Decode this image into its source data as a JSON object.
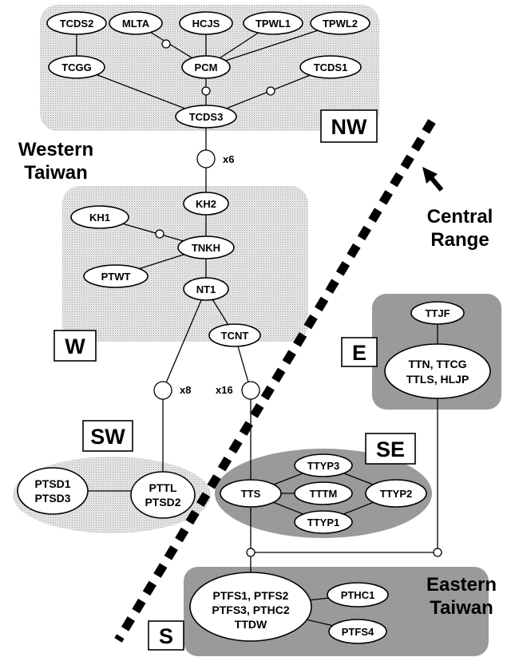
{
  "diagram": {
    "regions": [
      {
        "id": "NW",
        "label": "NW"
      },
      {
        "id": "W",
        "label": "W"
      },
      {
        "id": "SW",
        "label": "SW"
      },
      {
        "id": "SE",
        "label": "SE"
      },
      {
        "id": "E",
        "label": "E"
      },
      {
        "id": "S",
        "label": "S"
      }
    ],
    "side_labels": {
      "western_line1": "Western",
      "western_line2": "Taiwan",
      "central_line1": "Central",
      "central_line2": "Range",
      "eastern_line1": "Eastern",
      "eastern_line2": "Taiwan"
    },
    "multipliers": {
      "nw_w": "x6",
      "w_sw": "x8",
      "w_se": "x16"
    },
    "nodes": {
      "tcds2": "TCDS2",
      "mlta": "MLTA",
      "hcjs": "HCJS",
      "tpwl1": "TPWL1",
      "tpwl2": "TPWL2",
      "tcgg": "TCGG",
      "pcm": "PCM",
      "tcds1": "TCDS1",
      "tcds3": "TCDS3",
      "kh2": "KH2",
      "kh1": "KH1",
      "tnkh": "TNKH",
      "ptwt": "PTWT",
      "nt1": "NT1",
      "tcnt": "TCNT",
      "ttjf": "TTJF",
      "ttn_line1": "TTN, TTCG",
      "ttn_line2": "TTLS, HLJP",
      "ptsd1_line1": "PTSD1",
      "ptsd1_line2": "PTSD3",
      "pttl_line1": "PTTL",
      "pttl_line2": "PTSD2",
      "ttyp3": "TTYP3",
      "tts": "TTS",
      "tttm": "TTTM",
      "ttyp2": "TTYP2",
      "ttyp1": "TTYP1",
      "ptfs_line1": "PTFS1, PTFS2",
      "ptfs_line2": "PTFS3, PTHC2",
      "ptfs_line3": "TTDW",
      "pthc1": "PTHC1",
      "ptfs4": "PTFS4"
    }
  }
}
